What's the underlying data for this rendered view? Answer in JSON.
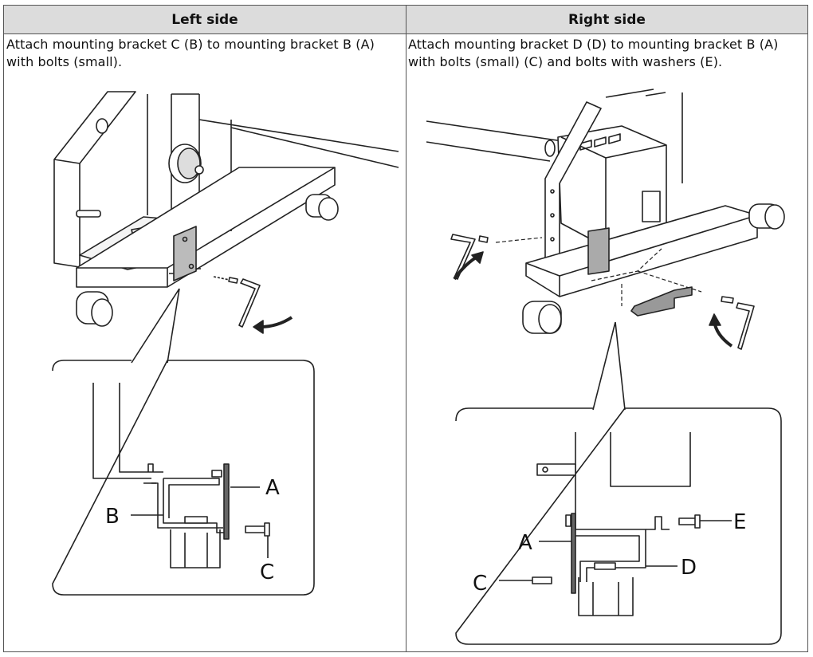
{
  "table": {
    "headers": [
      "Left side",
      "Right side"
    ],
    "left": {
      "instruction": "Attach mounting bracket C (B) to mounting bracket B (A) with bolts (small).",
      "callout_labels": {
        "a": "A",
        "b": "B",
        "c": "C"
      }
    },
    "right": {
      "instruction": "Attach mounting bracket D (D) to mounting bracket B (A) with bolts (small) (C) and bolts with washers (E).",
      "callout_labels": {
        "a": "A",
        "c": "C",
        "d": "D",
        "e": "E"
      }
    }
  },
  "icons": [
    "allen-key-icon",
    "rotate-arrow-icon",
    "bolt-icon",
    "caster-wheel-icon"
  ]
}
